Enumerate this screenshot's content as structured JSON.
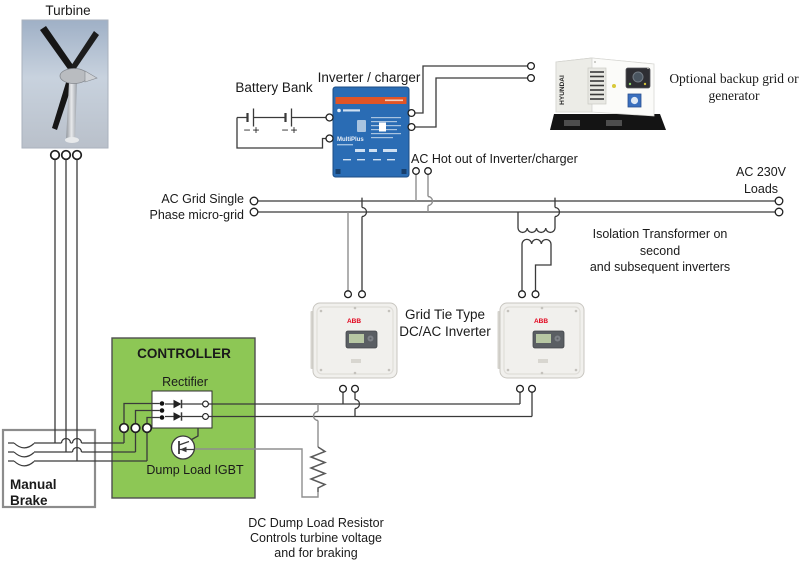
{
  "labels": {
    "turbine": "Turbine",
    "battery_bank": "Battery Bank",
    "battery_terminals": [
      "−",
      "+",
      "−",
      "+"
    ],
    "inverter_charger": "Inverter / charger",
    "ac_hot_out": "AC Hot out of Inverter/charger",
    "optional_backup_line1": "Optional backup grid or",
    "optional_backup_line2": "generator",
    "ac_grid_line1": "AC Grid Single",
    "ac_grid_line2": "Phase micro-grid",
    "ac_loads_line1": "AC 230V",
    "ac_loads_line2": "Loads",
    "isolation_line1": "Isolation Transformer on second",
    "isolation_line2": "and subsequent inverters",
    "grid_tie_line1": "Grid Tie Type",
    "grid_tie_line2": "DC/AC Inverter",
    "controller_title": "CONTROLLER",
    "rectifier": "Rectifier",
    "dump_load_igbt": "Dump Load IGBT",
    "manual_brake_line1": "Manual",
    "manual_brake_line2": "Brake",
    "dump_resistor_line1": "DC Dump Load Resistor",
    "dump_resistor_line2": "Controls turbine voltage",
    "dump_resistor_line3": "and for braking"
  },
  "devices": {
    "victron_brand": "MultiPlus",
    "generator_brand": "HYUNDAI",
    "abb_brand": "ABB"
  },
  "colors": {
    "controller_green": "#8dc755",
    "victron_blue": "#2a6cb4",
    "victron_orange": "#e05426",
    "abb_red": "#e2001a",
    "wire_black": "#3a3a3a",
    "wire_gray": "#8f8f8f",
    "brake_box_border": "#8c8c8c"
  }
}
